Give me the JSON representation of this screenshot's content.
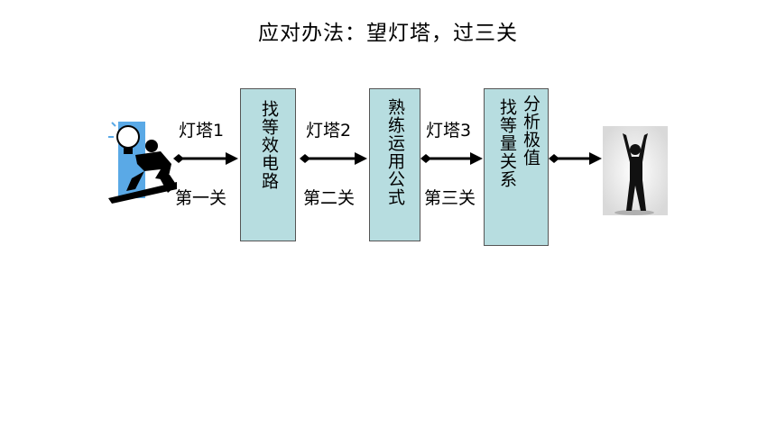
{
  "title": "应对办法：望灯塔，过三关",
  "steps": [
    {
      "lighthouse": "灯塔1",
      "pass": "第一关"
    },
    {
      "lighthouse": "灯塔2",
      "pass": "第二关"
    },
    {
      "lighthouse": "灯塔3",
      "pass": "第三关"
    }
  ],
  "boxes": [
    {
      "text": "找等效电路"
    },
    {
      "text": "熟练运用公式"
    },
    {
      "text_right": "分析极值",
      "text_left": "找等量关系"
    }
  ],
  "colors": {
    "box_fill": "#b7dde0",
    "arrow": "#000000",
    "bulb_back": "#5aa9e6"
  }
}
